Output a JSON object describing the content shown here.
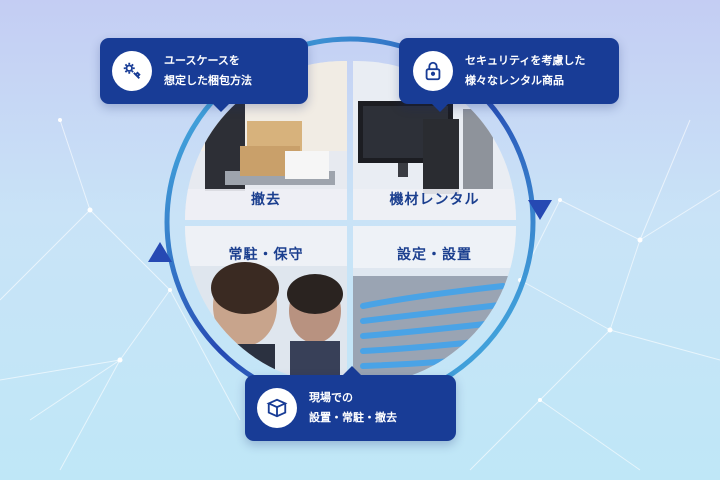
{
  "quadrants": {
    "top_left": "撤去",
    "top_right": "機材レンタル",
    "bottom_left": "常駐・保守",
    "bottom_right": "設定・設置"
  },
  "callouts": {
    "packing": {
      "line1": "ユースケースを",
      "line2": "想定した梱包方法",
      "icon": "gear-wrench-icon"
    },
    "rental": {
      "line1": "セキュリティを考慮した",
      "line2": "様々なレンタル商品",
      "icon": "lock-icon"
    },
    "onsite": {
      "line1": "現場での",
      "line2": "設置・常駐・撤去",
      "icon": "box-icon"
    }
  },
  "colors": {
    "callout_bg": "#183c96",
    "ring_dark": "#2649b3",
    "ring_light": "#4cc4ea",
    "label_text": "#1b3f8f"
  }
}
